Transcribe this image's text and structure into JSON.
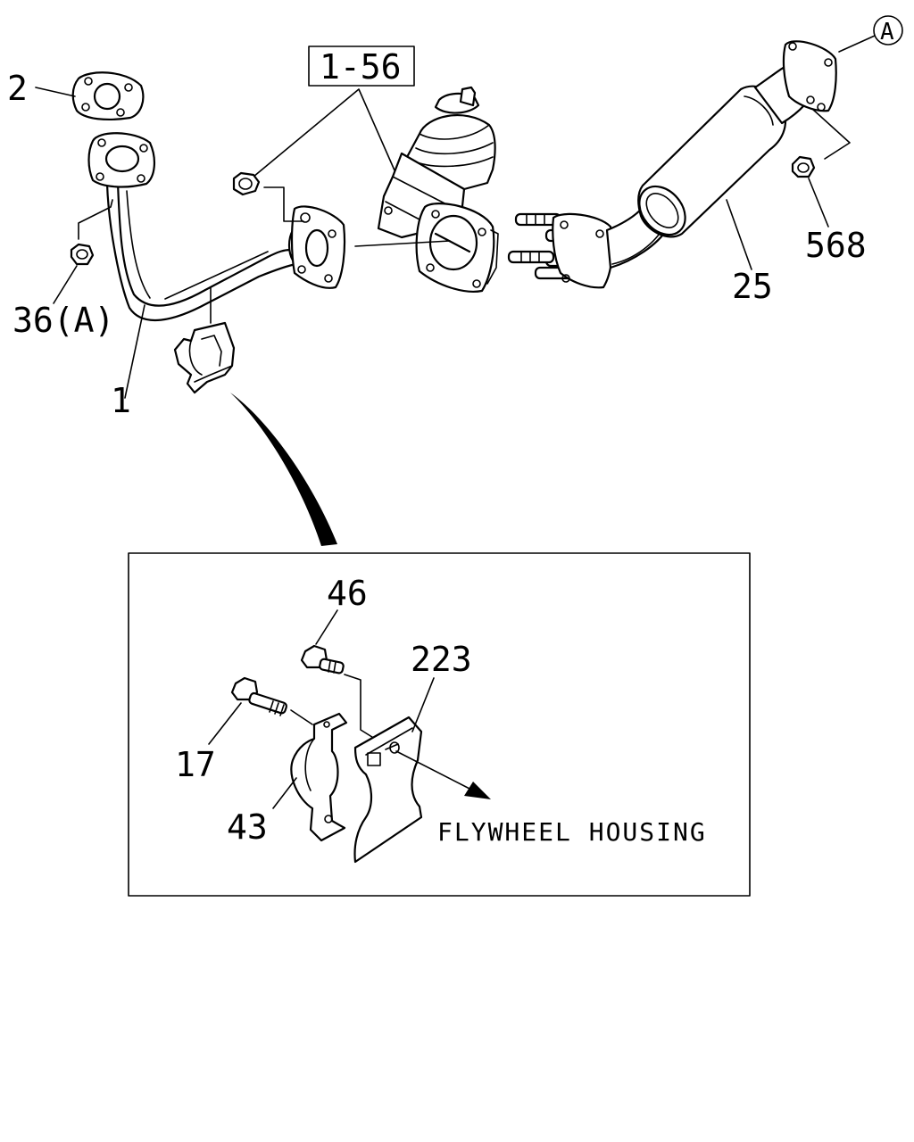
{
  "callouts": {
    "p2": "2",
    "p1_56": "1-56",
    "pA": "A",
    "p36a": "36(A)",
    "p1": "1",
    "p568": "568",
    "p25": "25",
    "p46": "46",
    "p223": "223",
    "p17": "17",
    "p43": "43"
  },
  "notes": {
    "flywheel": "FLYWHEEL HOUSING"
  }
}
